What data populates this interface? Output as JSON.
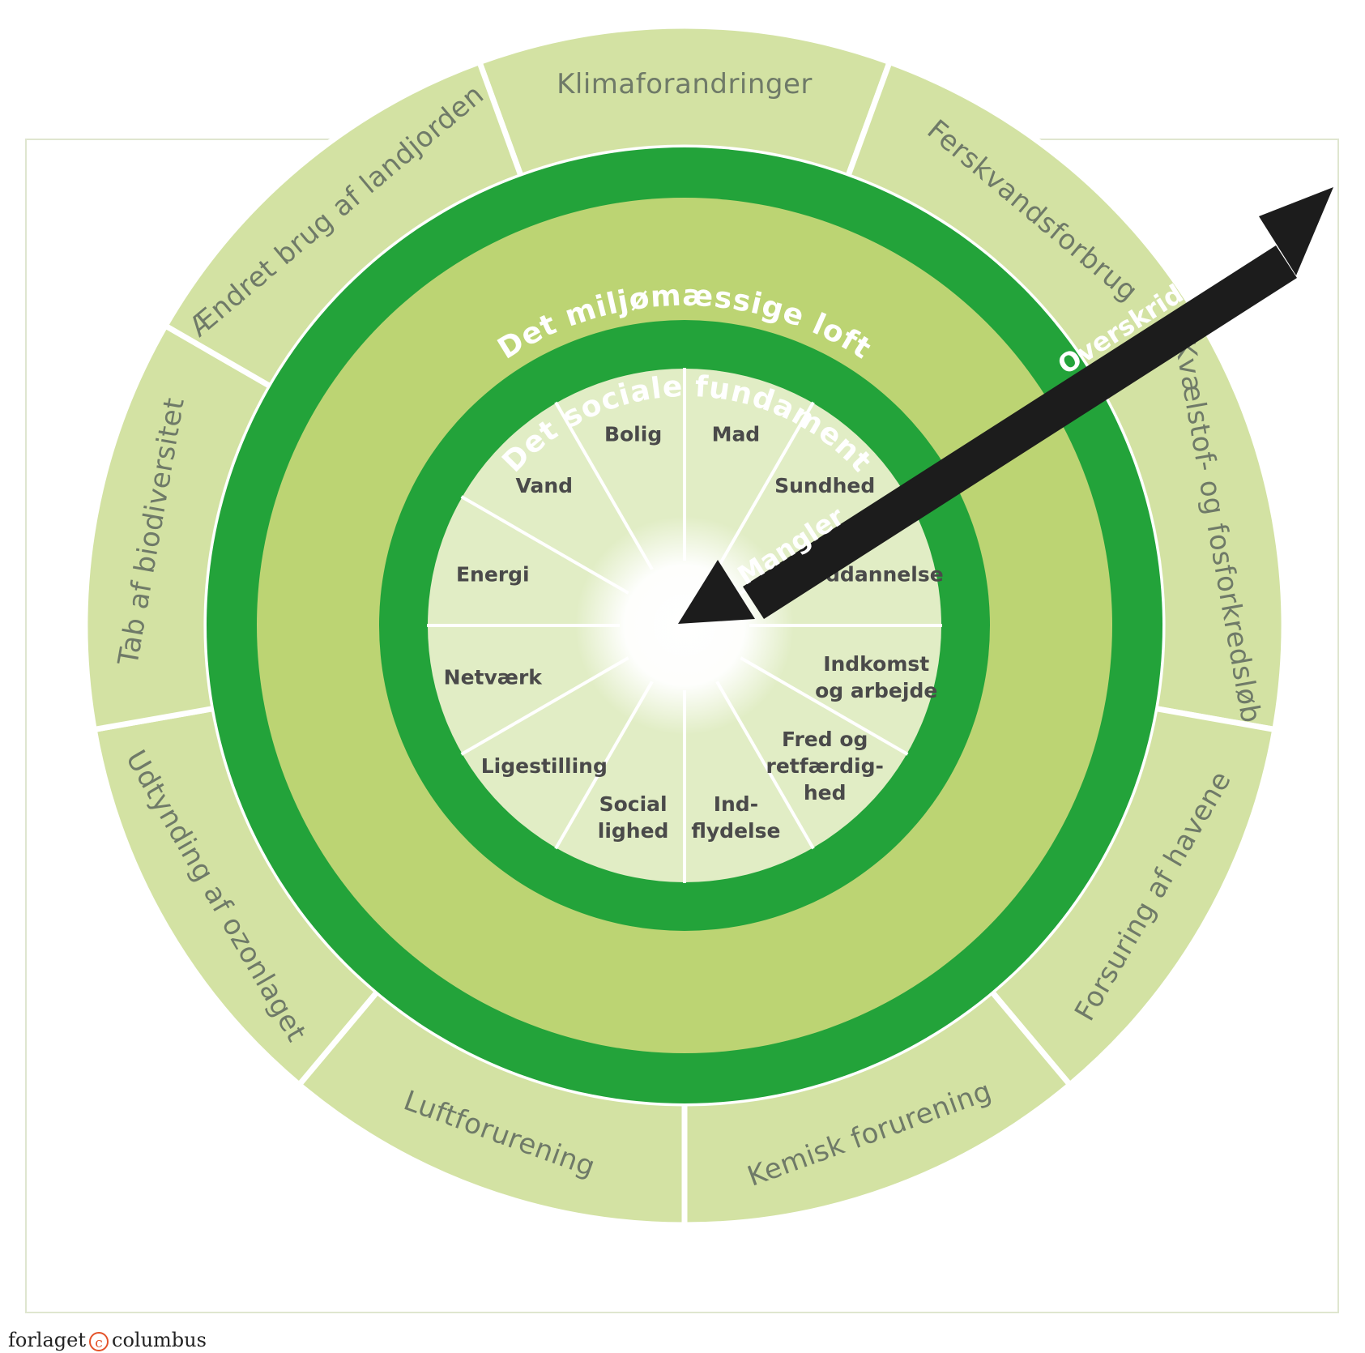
{
  "outer_ring": {
    "boundaries": [
      "Klimaforandringer",
      "Ferskvandsforbrug",
      "Kvælstof- og fosforkredsløb",
      "Forsuring af havene",
      "Kemisk forurening",
      "Luftforurening",
      "Udtynding af ozonlaget",
      "Tab af biodiversitet",
      "Ændret brug af landjorden"
    ]
  },
  "ceiling": {
    "title": "Det miljømæssige loft"
  },
  "foundation": {
    "title": "Det sociale fundament",
    "sectors": [
      {
        "lines": [
          "Mad"
        ]
      },
      {
        "lines": [
          "Sundhed"
        ]
      },
      {
        "lines": [
          "Uddannelse"
        ]
      },
      {
        "lines": [
          "Indkomst",
          "og arbejde"
        ]
      },
      {
        "lines": [
          "Fred og",
          "retfærdig-",
          "hed"
        ]
      },
      {
        "lines": [
          "Ind-",
          "flydelse"
        ]
      },
      {
        "lines": [
          "Social",
          "lighed"
        ]
      },
      {
        "lines": [
          "Ligestilling"
        ]
      },
      {
        "lines": [
          "Netværk"
        ]
      },
      {
        "lines": [
          "Energi"
        ]
      },
      {
        "lines": [
          "Vand"
        ]
      },
      {
        "lines": [
          "Bolig"
        ]
      }
    ]
  },
  "arrow": {
    "overshoot_label": "Overskridelse",
    "shortfall_label": "Mangler"
  },
  "publisher": {
    "name_left": "forlaget",
    "name_right": "columbus"
  },
  "colors": {
    "outer": "#d3e2a3",
    "mid": "#bcd473",
    "band": "#23a33a",
    "inner": "#e1edc5",
    "arrow": "#1c1c1c"
  }
}
